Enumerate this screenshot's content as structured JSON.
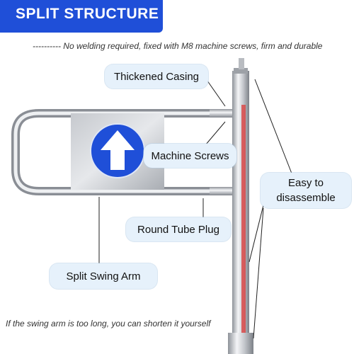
{
  "header": {
    "title": "SPLIT STRUCTURE",
    "subtitle": "----------   No welding required, fixed with M8 machine screws, firm and durable"
  },
  "callouts": {
    "casing": "Thickened Casing",
    "screws": "Machine Screws",
    "plug": "Round Tube Plug",
    "arm": "Split Swing Arm",
    "disassemble": "Easy to disassemble"
  },
  "footer": {
    "note": "If the swing arm is too long, you can shorten it yourself"
  },
  "colors": {
    "banner": "#1f4fd8",
    "callout_bg": "#e6f1fb",
    "sign_blue": "#1f4fd8",
    "steel": "#c9ccd1",
    "red_stripe": "#d94a4a"
  },
  "icons": {
    "sign": "up-arrow-icon"
  }
}
